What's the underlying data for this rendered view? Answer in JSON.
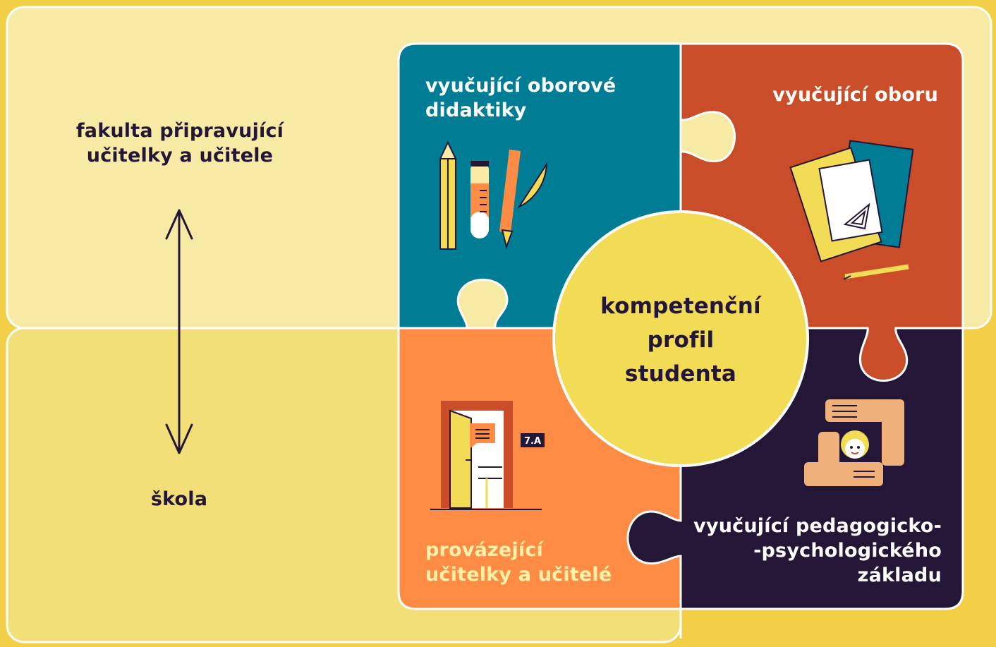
{
  "colors": {
    "background": "#f2cf47",
    "faculty_panel": "#f7eaa4",
    "school_panel": "#f2df78",
    "teal": "#007d94",
    "rust": "#c94d28",
    "orange": "#ff8c45",
    "navy": "#231637",
    "center": "#f2db55"
  },
  "side": {
    "faculty": "fakulta připravující\nučitelky a učitele",
    "school": "škola"
  },
  "pieces": {
    "didactics": "vyučující oborové\ndidaktiky",
    "field": "vyučující oboru",
    "mentors": "provázející\nučitelky a učitelé",
    "pedagogy": "vyučující pedagogicko-\n-psychologického\nzákladu"
  },
  "center": "kompetenční\nprofil\nstudenta",
  "door_sign": "7.A"
}
